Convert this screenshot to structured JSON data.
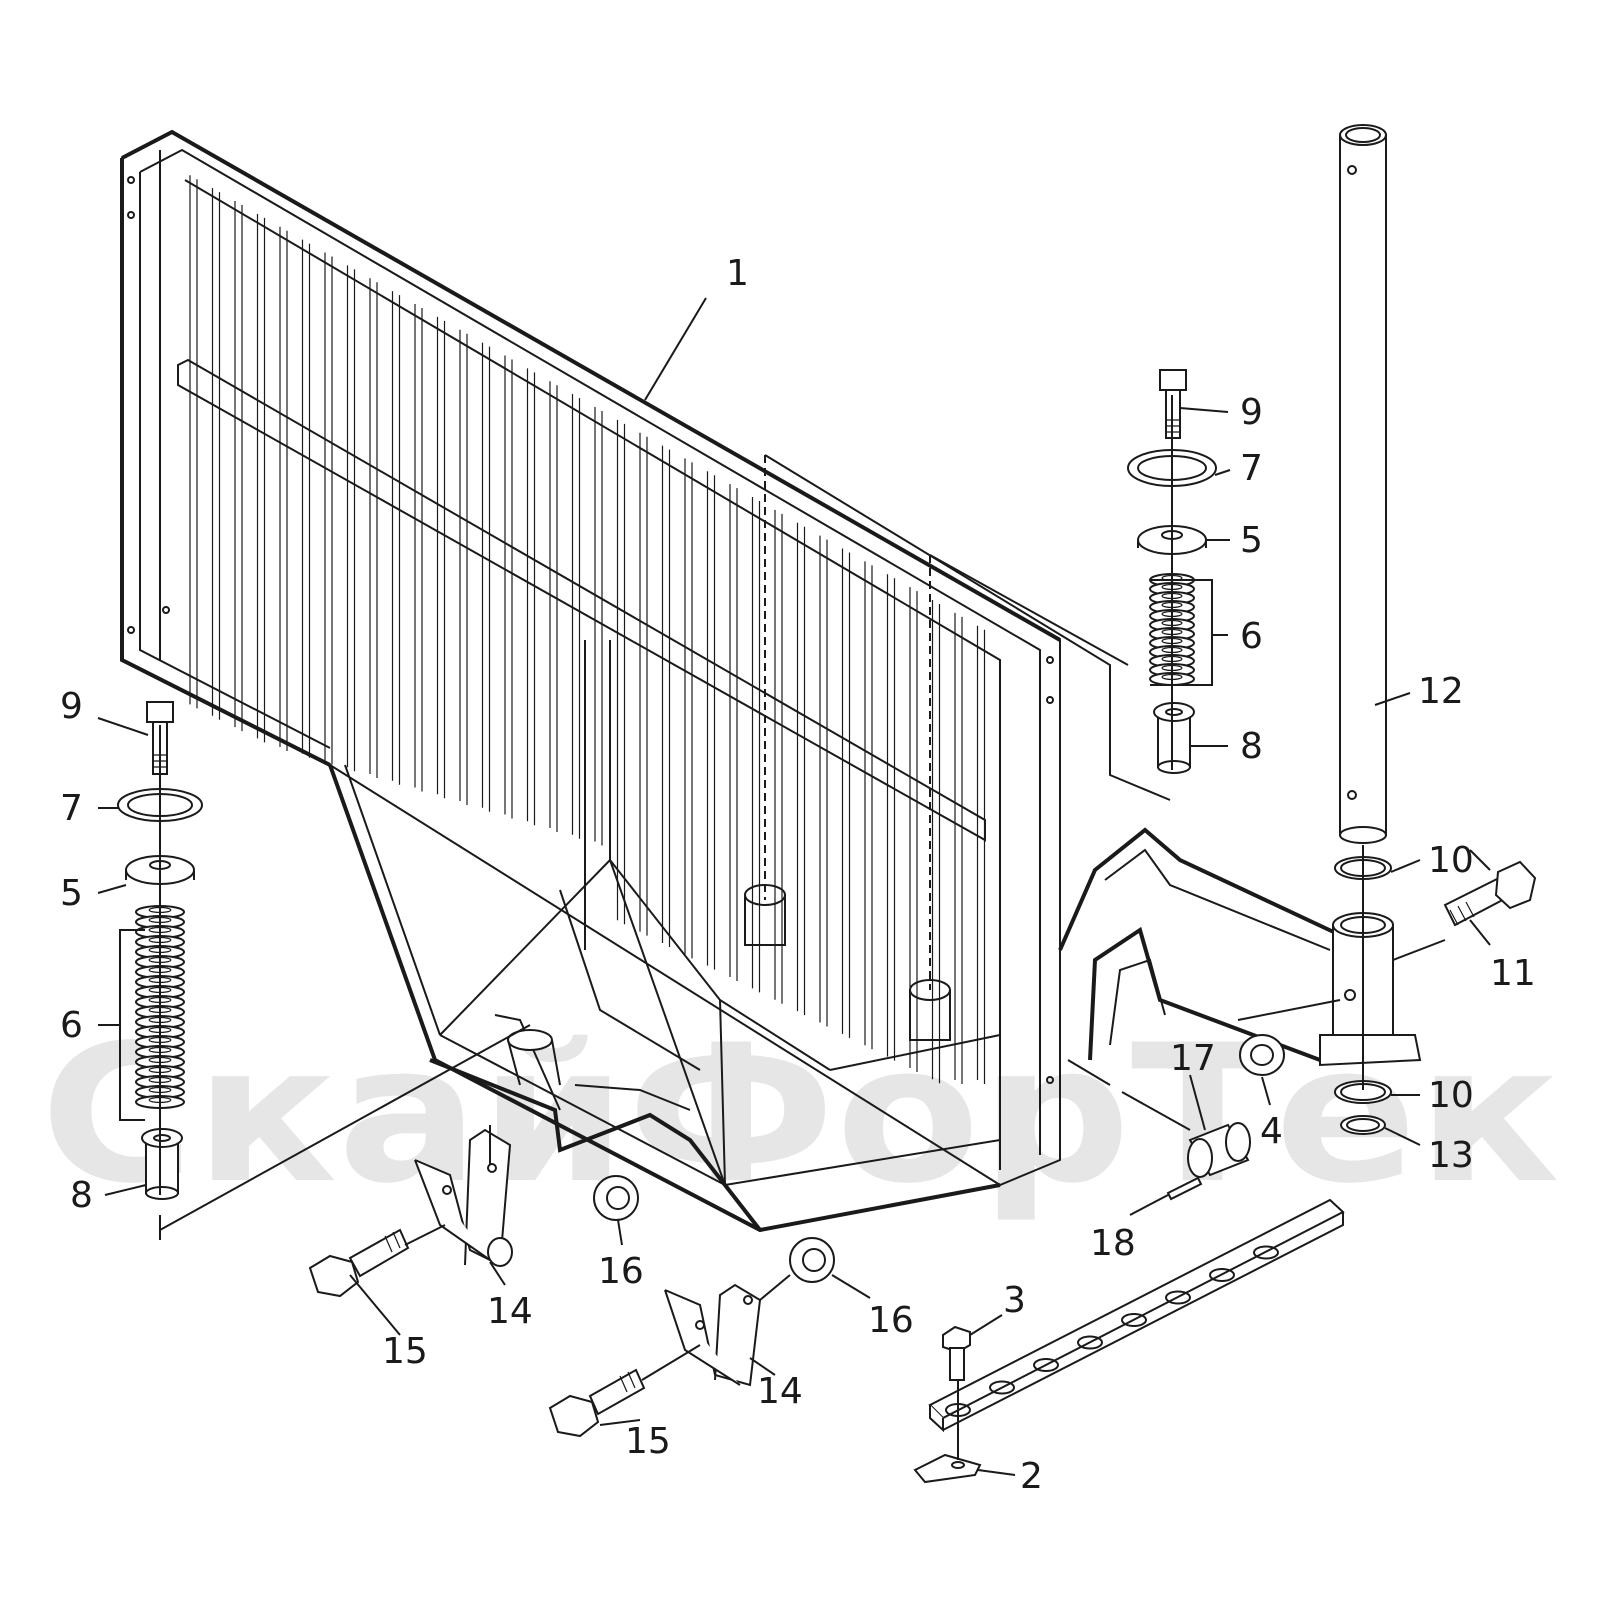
{
  "watermark": {
    "brand": "СкайФорТек"
  },
  "callouts": [
    {
      "id": "c1",
      "label": "1"
    },
    {
      "id": "c9r",
      "label": "9"
    },
    {
      "id": "c7r",
      "label": "7"
    },
    {
      "id": "c5r",
      "label": "5"
    },
    {
      "id": "c6r",
      "label": "6"
    },
    {
      "id": "c12",
      "label": "12"
    },
    {
      "id": "c8r",
      "label": "8"
    },
    {
      "id": "c9l",
      "label": "9"
    },
    {
      "id": "c7l",
      "label": "7"
    },
    {
      "id": "c5l",
      "label": "5"
    },
    {
      "id": "c6l",
      "label": "6"
    },
    {
      "id": "c8l",
      "label": "8"
    },
    {
      "id": "c10a",
      "label": "10"
    },
    {
      "id": "c11",
      "label": "11"
    },
    {
      "id": "c4",
      "label": "4"
    },
    {
      "id": "c17",
      "label": "17"
    },
    {
      "id": "c10b",
      "label": "10"
    },
    {
      "id": "c13",
      "label": "13"
    },
    {
      "id": "c18",
      "label": "18"
    },
    {
      "id": "c16a",
      "label": "16"
    },
    {
      "id": "c14a",
      "label": "14"
    },
    {
      "id": "c15a",
      "label": "15"
    },
    {
      "id": "c16b",
      "label": "16"
    },
    {
      "id": "c3",
      "label": "3"
    },
    {
      "id": "c14b",
      "label": "14"
    },
    {
      "id": "c15b",
      "label": "15"
    },
    {
      "id": "c2",
      "label": "2"
    }
  ]
}
